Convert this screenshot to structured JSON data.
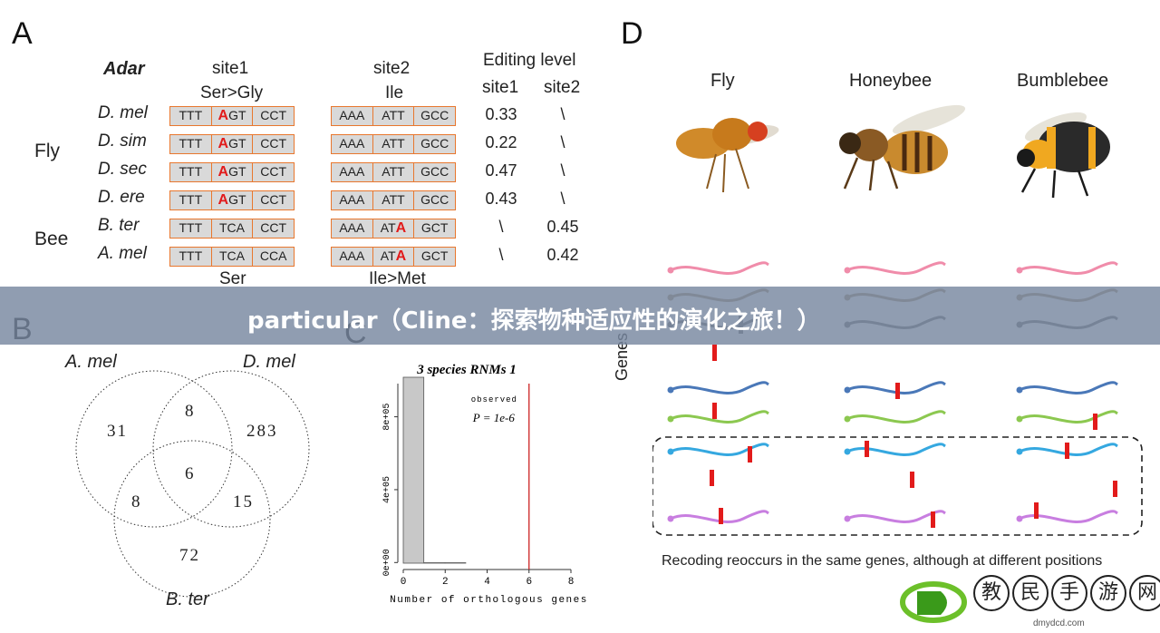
{
  "panelA": {
    "letter": "A",
    "gene": "Adar",
    "site1_title": "site1",
    "site1_sub": "Ser>Gly",
    "site2_title": "site2",
    "site2_sub": "Ile",
    "editing_title": "Editing level",
    "col_site1": "site1",
    "col_site2": "site2",
    "group_fly": "Fly",
    "group_bee": "Bee",
    "footer_site1": "Ser",
    "footer_site2": "Ile>Met",
    "rows": [
      {
        "species": "D. mel",
        "s1": [
          "TTT",
          "A",
          "GT",
          "CCT"
        ],
        "s2": [
          "AAA",
          "ATT",
          "",
          "GCC"
        ],
        "lvl1": "0.33",
        "lvl2": "\\"
      },
      {
        "species": "D. sim",
        "s1": [
          "TTT",
          "A",
          "GT",
          "CCT"
        ],
        "s2": [
          "AAA",
          "ATT",
          "",
          "GCC"
        ],
        "lvl1": "0.22",
        "lvl2": "\\"
      },
      {
        "species": "D. sec",
        "s1": [
          "TTT",
          "A",
          "GT",
          "CCT"
        ],
        "s2": [
          "AAA",
          "ATT",
          "",
          "GCC"
        ],
        "lvl1": "0.47",
        "lvl2": "\\"
      },
      {
        "species": "D. ere",
        "s1": [
          "TTT",
          "A",
          "GT",
          "CCT"
        ],
        "s2": [
          "AAA",
          "ATT",
          "",
          "GCC"
        ],
        "lvl1": "0.43",
        "lvl2": "\\"
      },
      {
        "species": "B. ter",
        "s1": [
          "TTT",
          "",
          "TCA",
          "CCT"
        ],
        "s2": [
          "AAA",
          "AT",
          "A",
          "GCT"
        ],
        "lvl1": "\\",
        "lvl2": "0.45"
      },
      {
        "species": "A. mel",
        "s1": [
          "TTT",
          "",
          "TCA",
          "CCA"
        ],
        "s2": [
          "AAA",
          "AT",
          "A",
          "GCT"
        ],
        "lvl1": "\\",
        "lvl2": "0.42"
      }
    ]
  },
  "panelB": {
    "letter": "B",
    "label_amel": "A. mel",
    "label_dmel": "D. mel",
    "label_bter": "B. ter",
    "n_amel_only": "31",
    "n_dmel_only": "283",
    "n_bter_only": "72",
    "n_amel_dmel": "8",
    "n_amel_bter": "8",
    "n_dmel_bter": "15",
    "n_all": "6"
  },
  "panelC": {
    "letter": "C",
    "title": "3 species RNMs 1",
    "observed_label": "observed",
    "p_value": "P = 1e-6",
    "xlabel": "Number of orthologous genes"
  },
  "chart_data": {
    "type": "bar",
    "title": "3 species RNMs 1",
    "xlabel": "Number of orthologous genes",
    "ylabel": "",
    "x": [
      0,
      1,
      2
    ],
    "values": [
      1000000,
      1000,
      100
    ],
    "xlim": [
      0,
      8
    ],
    "ylim": [
      0,
      1000000
    ],
    "x_ticks": [
      "0",
      "2",
      "4",
      "6",
      "8"
    ],
    "y_ticks": [
      "0e+00",
      "4e+05",
      "8e+05"
    ],
    "observed_x": 6,
    "annotations": [
      "observed",
      "P = 1e-6"
    ],
    "observed_color": "#cc2222",
    "bar_color": "#c8c8c8"
  },
  "panelD": {
    "letter": "D",
    "species": [
      "Fly",
      "Honeybee",
      "Bumblebee"
    ],
    "genes_label": "Genes",
    "caption": "Recoding reoccurs in the same genes, although at different positions",
    "colors": {
      "pink": "#f08caa",
      "tan": "#a89070",
      "gray": "#707070",
      "blue": "#4a78b8",
      "green": "#8cc850",
      "cyan": "#35a8e0",
      "violet": "#c87ee0",
      "mark": "#e21b1b"
    }
  },
  "banner": {
    "text": "particular（Cline：探索物种适应性的演化之旅！）"
  },
  "watermark": {
    "site_name": "教民手游网",
    "domain": "dmydcd.com"
  }
}
